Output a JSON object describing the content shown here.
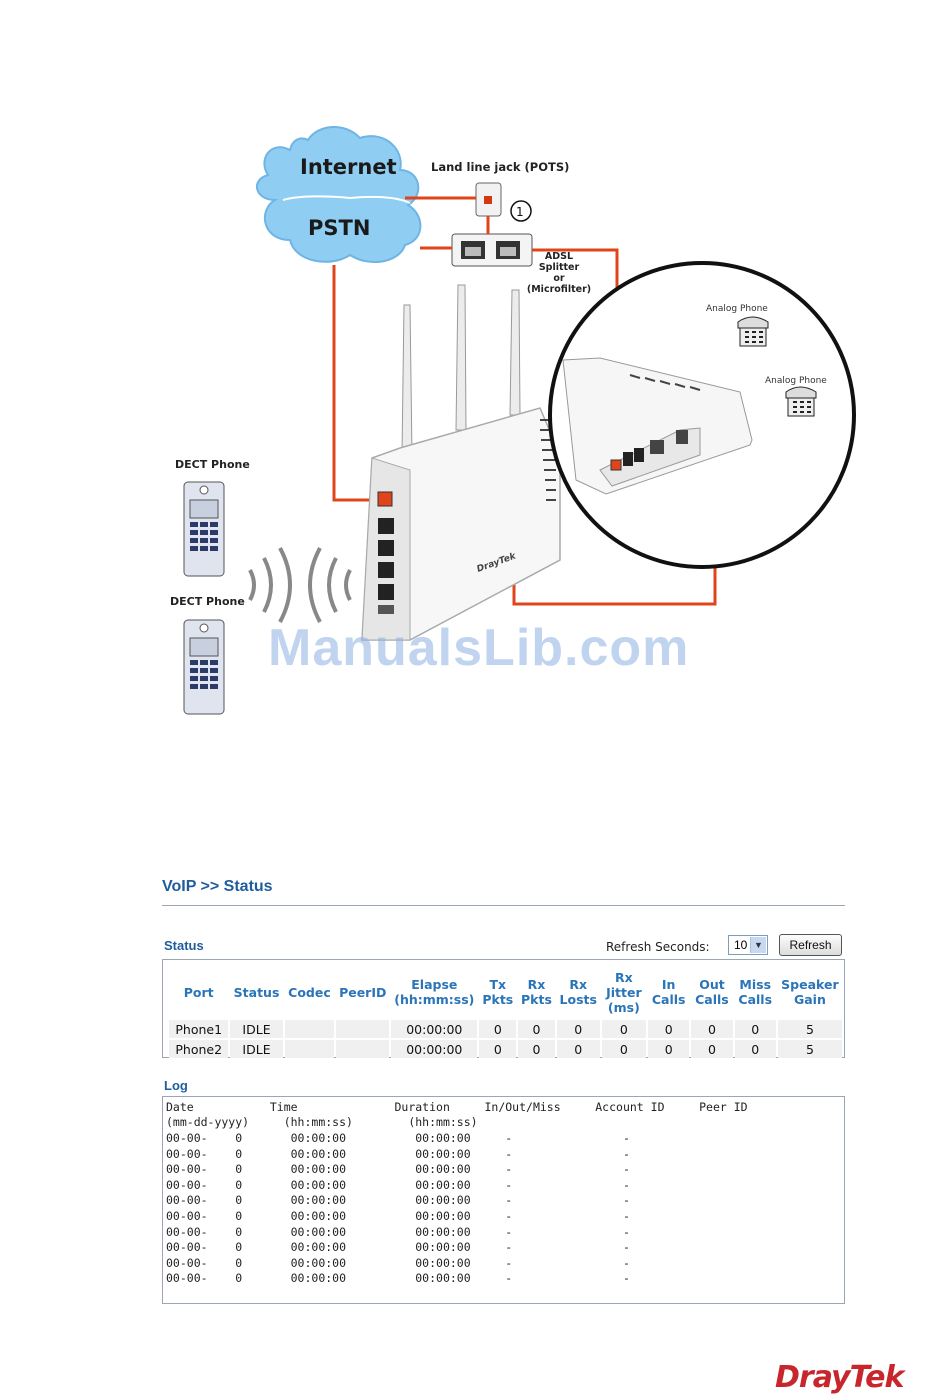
{
  "diagram": {
    "internet": "Internet",
    "pstn": "PSTN",
    "land_line_jack": "Land line jack (POTS)",
    "marker": "1",
    "splitter": [
      "ADSL",
      "Splitter",
      "or",
      "(Microfilter)"
    ],
    "analog_phone_1": "Analog Phone",
    "analog_phone_2": "Analog Phone",
    "dect_phone_1": "DECT Phone",
    "dect_phone_2": "DECT Phone",
    "router_brand": "DrayTek",
    "colors": {
      "cable": "#e0441a",
      "cloud": "#8cc8f0"
    }
  },
  "watermark": "ManualsLib.com",
  "page": {
    "title": "VoIP >> Status",
    "status_title": "Status",
    "refresh_label": "Refresh Seconds:",
    "refresh_value": "10",
    "refresh_button": "Refresh"
  },
  "status_table": {
    "headers": [
      "Port",
      "Status",
      "Codec",
      "PeerID",
      "Elapse\n(hh:mm:ss)",
      "Tx\nPkts",
      "Rx\nPkts",
      "Rx\nLosts",
      "Rx\nJitter\n(ms)",
      "In\nCalls",
      "Out\nCalls",
      "Miss\nCalls",
      "Speaker\nGain"
    ],
    "rows": [
      [
        "Phone1",
        "IDLE",
        "",
        "",
        "00:00:00",
        "0",
        "0",
        "0",
        "0",
        "0",
        "0",
        "0",
        "5"
      ],
      [
        "Phone2",
        "IDLE",
        "",
        "",
        "00:00:00",
        "0",
        "0",
        "0",
        "0",
        "0",
        "0",
        "0",
        "5"
      ]
    ]
  },
  "log": {
    "title": "Log",
    "header_1": "Date           Time              Duration     In/Out/Miss     Account ID     Peer ID",
    "header_2": "(mm-dd-yyyy)     (hh:mm:ss)        (hh:mm:ss)",
    "rows": [
      "00-00-    0       00:00:00          00:00:00     -                -",
      "00-00-    0       00:00:00          00:00:00     -                -",
      "00-00-    0       00:00:00          00:00:00     -                -",
      "00-00-    0       00:00:00          00:00:00     -                -",
      "00-00-    0       00:00:00          00:00:00     -                -",
      "00-00-    0       00:00:00          00:00:00     -                -",
      "00-00-    0       00:00:00          00:00:00     -                -",
      "00-00-    0       00:00:00          00:00:00     -                -",
      "00-00-    0       00:00:00          00:00:00     -                -",
      "00-00-    0       00:00:00          00:00:00     -                -"
    ]
  },
  "footer": {
    "logo": "DrayTek"
  }
}
